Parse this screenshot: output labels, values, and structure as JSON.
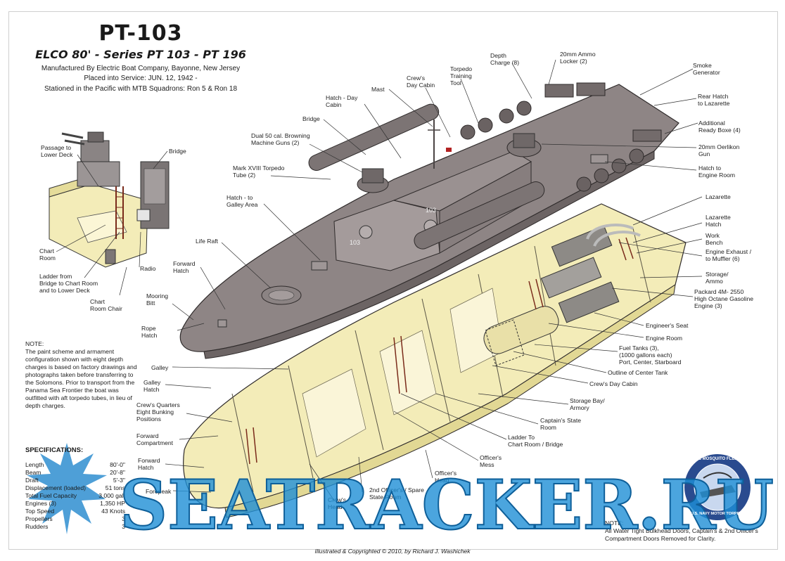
{
  "header": {
    "title": "PT-103",
    "series": "ELCO 80' - Series PT 103 - PT 196",
    "manufacturer": "Manufactured By Electric Boat Company, Bayonne, New Jersey",
    "service": "Placed into Service: JUN. 12, 1942 -",
    "station": "Stationed in the Pacific with MTB Squadrons: Ron 5 & Ron 18"
  },
  "hull_number": "103",
  "labels": {
    "passage": "Passage to\nLower Deck",
    "bridge_inset": "Bridge",
    "chart_room": "Chart\nRoom",
    "ladder_bridge": "Ladder from\nBridge to Chart Room\nand to Lower Deck",
    "radio": "Radio",
    "chart_room_chair": "Chart\nRoom Chair",
    "mooring_bitt": "Mooring\nBitt",
    "rope_hatch": "Rope\nHatch",
    "life_raft": "Life Raft",
    "forward_hatch_top": "Forward\nHatch",
    "hatch_galley": "Hatch - to\nGalley Area",
    "torpedo_tube": "Mark XVIII Torpedo\nTube (2)",
    "dual_guns": "Dual 50 cal. Browning\nMachine Guns (2)",
    "bridge": "Bridge",
    "hatch_day_cabin": "Hatch - Day\nCabin",
    "mast": "Mast",
    "crews_day_cabin_top": "Crew's\nDay Cabin",
    "torpedo_tool": "Torpedo\nTraining\nTool",
    "depth_charge": "Depth\nCharge (8)",
    "ammo_locker": "20mm Ammo\nLocker (2)",
    "smoke_gen": "Smoke\nGenerator",
    "rear_hatch": "Rear Hatch\nto Lazarette",
    "ready_box": "Additional\nReady Boxe (4)",
    "oerlikon": "20mm Oerlikon\nGun",
    "hatch_engine": "Hatch to\nEngine Room",
    "lazarette": "Lazarette",
    "lazarette_hatch": "Lazarette\nHatch",
    "work_bench": "Work\nBench",
    "engine_exhaust": "Engine Exhaust /\nto Muffler (6)",
    "storage_ammo": "Storage/\nAmmo",
    "packard": "Packard 4M- 2550\nHigh Octane Gasoline\nEngine (3)",
    "engineers_seat": "Engineer's Seat",
    "engine_room": "Engine Room",
    "fuel_tanks": "Fuel Tanks (3),\n(1000 gallons each)\nPort, Center, Starboard",
    "outline_tank": "Outline of Center Tank",
    "crews_day_cabin": "Crew's Day Cabin",
    "storage_bay": "Storage Bay/\nArmory",
    "captain": "Captain's State\nRoom",
    "ladder_chart": "Ladder To\nChart Room / Bridge",
    "officers_mess": "Officer's\nMess",
    "officers_head": "Officer's\nHead",
    "second_officer": "2nd Officer's / Spare\nState Room",
    "crews_head": "Crew's\nHead",
    "forepeak": "Forepeak",
    "forward_hatch": "Forward\nHatch",
    "forward_compartment": "Forward\nCompartment",
    "crews_quarters": "Crew's Quarters\nEight Bunking\nPositions",
    "galley_hatch": "Galley\nHatch",
    "galley": "Galley"
  },
  "note_left": "NOTE:\nThe paint scheme and armament configuration shown with eight depth charges is based on factory drawings and photographs taken before transferring to the Solomons. Prior to transport from the Panama Sea Frontier the boat was outfitted with aft torpedo tubes, in lieu of depth charges.",
  "note_right": "NOTE:\nAll Water Tight Bulkhead Doors, Captain's & 2nd Officer's Compartment Doors Removed for Clarity.",
  "specifications": {
    "title": "SPECIFICATIONS:",
    "rows": [
      {
        "label": "Length",
        "value": "80'-0\""
      },
      {
        "label": "Beam",
        "value": "20'-8\""
      },
      {
        "label": "Draft",
        "value": "5'-3\""
      },
      {
        "label": "Displacement (loaded)",
        "value": "51 tons"
      },
      {
        "label": "Total Fuel Capacity",
        "value": "3,000 gal."
      },
      {
        "label": "Engines (3)",
        "value": "1,350 HP"
      },
      {
        "label": "Top Speed",
        "value": "43 Knots"
      },
      {
        "label": "Propellers",
        "value": "3"
      },
      {
        "label": "Rudders",
        "value": "3"
      }
    ]
  },
  "badge": {
    "text_top": "THE MOSQUITO FLEET",
    "text_bottom": "U.S. NAVY MOTOR TORPEDO"
  },
  "watermark": "SEATRACKER.RU",
  "credit": "Illustrated & Copyrighted © 2010, by Richard J. Washichek"
}
